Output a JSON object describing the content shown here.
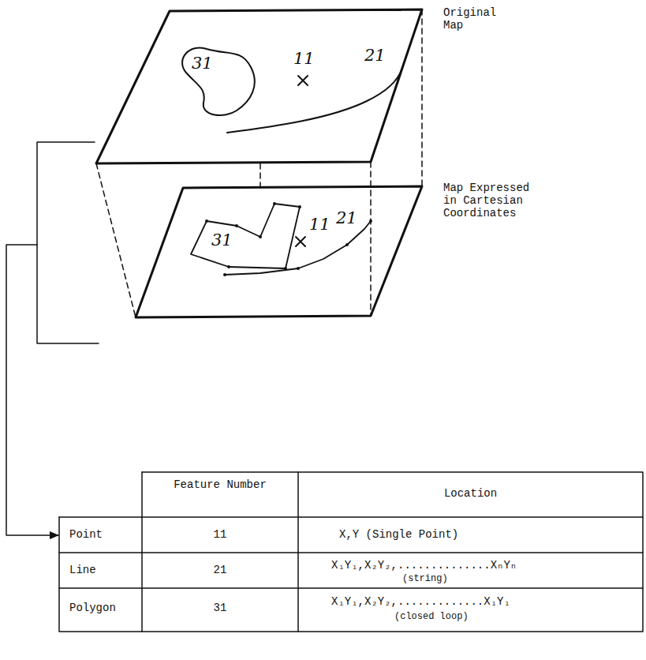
{
  "diagram": {
    "labels": [
      "Original Map",
      "31",
      "11",
      "21",
      "Map Expressed in Cartesian Coordinates",
      "31",
      "11",
      "21",
      "Feature Number",
      "Location",
      "Point",
      "11",
      "X,Y (Single Point)",
      "Line",
      "21",
      "X₁Y₁,X₂Y₂,..............XₙYₙ",
      "(string)",
      "Polygon",
      "31",
      "X₁Y₁,X₂Y₂,.............X₁Y₁",
      "(closed loop)"
    ]
  }
}
